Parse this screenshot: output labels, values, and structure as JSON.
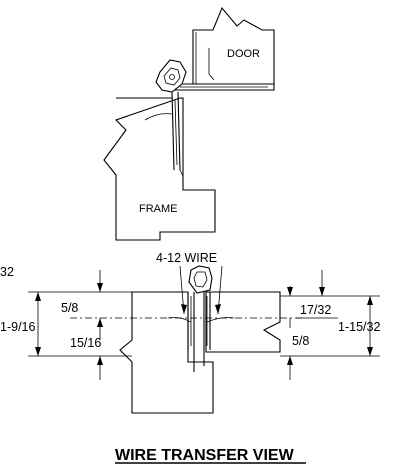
{
  "labels": {
    "door": "DOOR",
    "frame": "FRAME",
    "wire": "4-12 WIRE",
    "title": "WIRE TRANSFER VIEW"
  },
  "dimensions": {
    "left_clipped": "32",
    "left_top": "5/8",
    "left_overall": "1-9/16",
    "left_bottom": "15/16",
    "right_top": "17/32",
    "right_bottom": "5/8",
    "right_overall": "1-15/32"
  }
}
